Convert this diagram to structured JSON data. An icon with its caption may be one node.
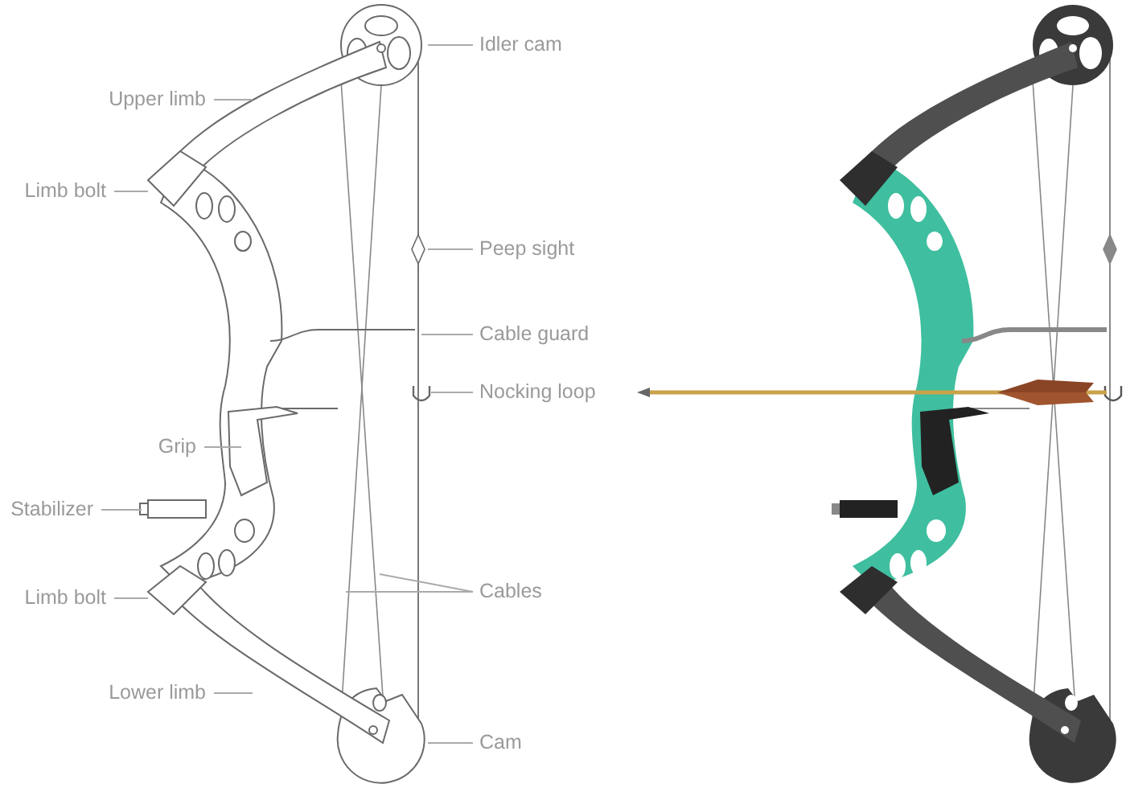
{
  "diagram": {
    "nodes": [
      {
        "text": [
          "Idler cam"
        ]
      },
      {
        "text": [
          "Upper limb"
        ]
      },
      {
        "text": [
          "Limb bolt"
        ]
      },
      {
        "text": [
          "Peep sight"
        ]
      },
      {
        "text": [
          "Cable guard"
        ]
      },
      {
        "text": [
          "Nocking loop"
        ]
      },
      {
        "text": [
          "Grip"
        ]
      },
      {
        "text": [
          "Stabilizer"
        ]
      },
      {
        "text": [
          "Cables"
        ]
      },
      {
        "text": [
          "Limb bolt"
        ]
      },
      {
        "text": [
          "Lower limb"
        ]
      },
      {
        "text": [
          "Cam"
        ]
      }
    ],
    "edges": [
      {
        "from": 0,
        "to": null,
        "arrow": "none"
      },
      {
        "from": 1,
        "to": null,
        "arrow": "none"
      },
      {
        "from": 2,
        "to": null,
        "arrow": "none"
      },
      {
        "from": 3,
        "to": null,
        "arrow": "none"
      },
      {
        "from": 4,
        "to": null,
        "arrow": "none"
      },
      {
        "from": 5,
        "to": null,
        "arrow": "none"
      },
      {
        "from": 6,
        "to": null,
        "arrow": "none"
      },
      {
        "from": 7,
        "to": null,
        "arrow": "none"
      },
      {
        "from": 8,
        "to": null,
        "arrow": "none"
      },
      {
        "from": 8,
        "to": null,
        "arrow": "none"
      },
      {
        "from": 9,
        "to": null,
        "arrow": "none"
      },
      {
        "from": 10,
        "to": null,
        "arrow": "none"
      },
      {
        "from": 11,
        "to": null,
        "arrow": "none"
      }
    ]
  }
}
